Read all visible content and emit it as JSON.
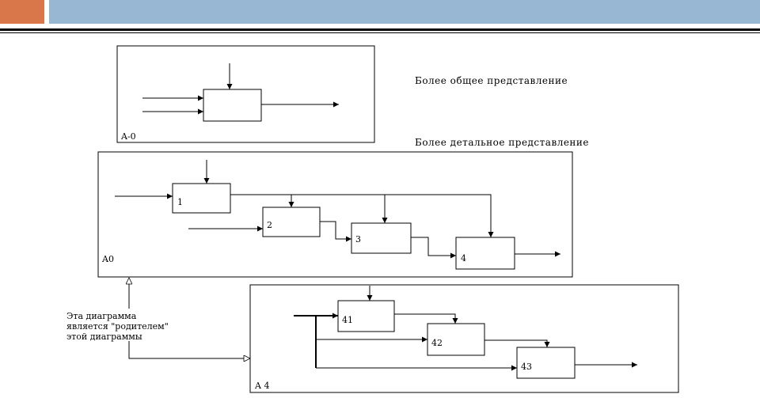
{
  "captions": {
    "general": "Более общее представление",
    "detailed": "Более детальное представление"
  },
  "diagrams": {
    "a_minus0": {
      "label": "A-0"
    },
    "a0": {
      "label": "A0",
      "boxes": [
        {
          "id": "1",
          "label": "1"
        },
        {
          "id": "2",
          "label": "2"
        },
        {
          "id": "3",
          "label": "3"
        },
        {
          "id": "4",
          "label": "4"
        }
      ]
    },
    "a4": {
      "label": "A 4",
      "boxes": [
        {
          "id": "41",
          "label": "41"
        },
        {
          "id": "42",
          "label": "42"
        },
        {
          "id": "43",
          "label": "43"
        }
      ]
    }
  },
  "note": {
    "lines": [
      "Эта диаграмма",
      "является \"родителем\"",
      "этой диаграммы"
    ]
  },
  "colors": {
    "accent": "#d9774a",
    "header_bar": "#97b7d3"
  }
}
